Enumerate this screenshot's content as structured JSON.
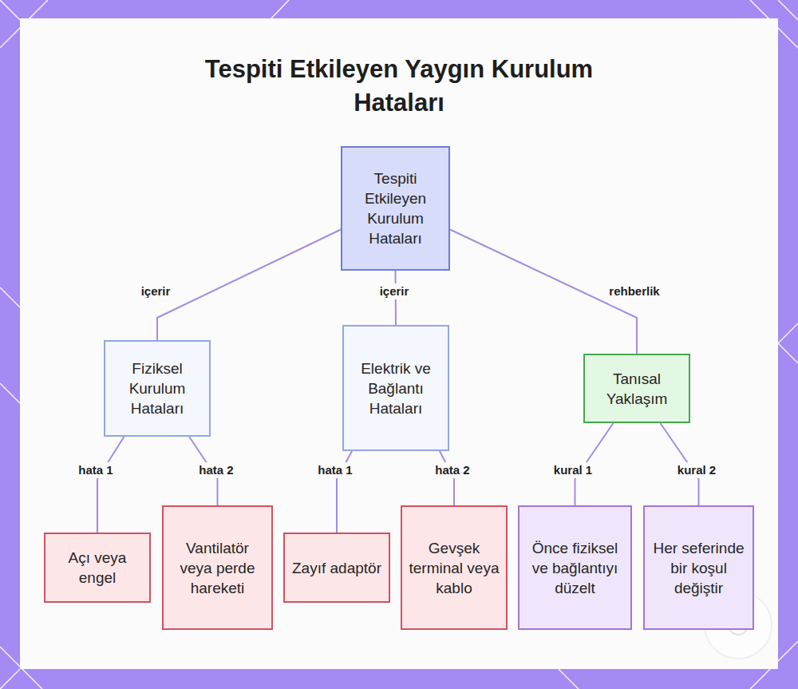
{
  "diagram": {
    "title": "Tespiti Etkileyen Yaygın Kurulum Hataları",
    "nodes": [
      {
        "text": [
          "Tespiti Etkileyen Kurulum Hataları"
        ]
      },
      {
        "text": [
          "Fiziksel Kurulum Hataları"
        ]
      },
      {
        "text": [
          "Elektrik ve Bağlantı Hataları"
        ]
      },
      {
        "text": [
          "Tanısal Yaklaşım"
        ]
      },
      {
        "text": [
          "Açı veya engel"
        ]
      },
      {
        "text": [
          "Vantilatör veya perde hareketi"
        ]
      },
      {
        "text": [
          "Zayıf adaptör"
        ]
      },
      {
        "text": [
          "Gevşek terminal veya kablo"
        ]
      },
      {
        "text": [
          "Önce fiziksel ve bağlantıyı düzelt"
        ]
      },
      {
        "text": [
          "Her seferinde bir koşul değiştir"
        ]
      }
    ],
    "edges": [
      {
        "from": 0,
        "to": 1,
        "label": "içerir",
        "arrow": "none"
      },
      {
        "from": 0,
        "to": 2,
        "label": "içerir",
        "arrow": "none"
      },
      {
        "from": 0,
        "to": 3,
        "label": "rehberlik",
        "arrow": "none"
      },
      {
        "from": 1,
        "to": 4,
        "label": "hata 1",
        "arrow": "none"
      },
      {
        "from": 1,
        "to": 5,
        "label": "hata 2",
        "arrow": "none"
      },
      {
        "from": 2,
        "to": 6,
        "label": "hata 1",
        "arrow": "none"
      },
      {
        "from": 2,
        "to": 7,
        "label": "hata 2",
        "arrow": "none"
      },
      {
        "from": 3,
        "to": 8,
        "label": "kural 1",
        "arrow": "none"
      },
      {
        "from": 3,
        "to": 9,
        "label": "kural 2",
        "arrow": "none"
      }
    ]
  }
}
